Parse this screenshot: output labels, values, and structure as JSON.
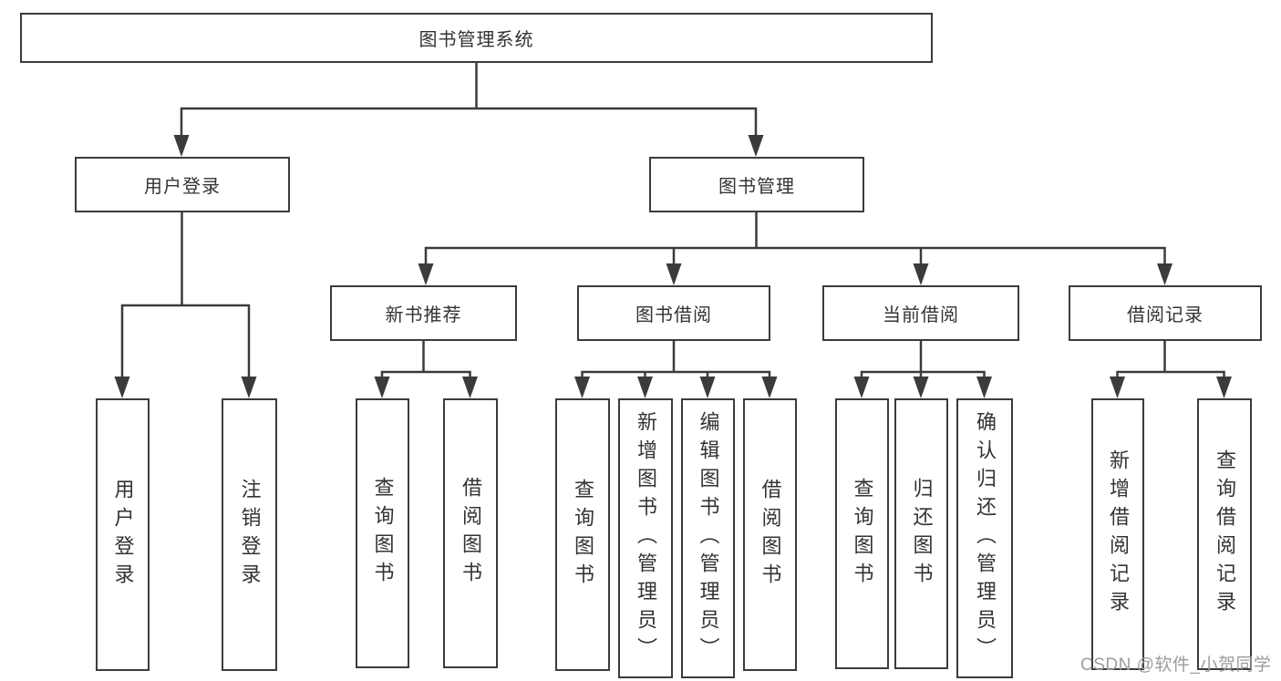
{
  "title": "图书管理系统",
  "watermark": "CSDN @软件_小贺同学",
  "colors": {
    "line": "#3b3b3b",
    "text": "#333333",
    "background": "#ffffff",
    "watermark": "#9c9c9c"
  },
  "nodes": {
    "root": "图书管理系统",
    "user_login": "用户登录",
    "book_mgmt": "图书管理",
    "new_book_rec": "新书推荐",
    "book_borrow": "图书借阅",
    "current_borrow": "当前借阅",
    "borrow_records": "借阅记录",
    "user_login_leaf": "用户登录",
    "logout_leaf": "注销登录",
    "rec_query": "查询图书",
    "rec_borrow": "借阅图书",
    "bb_query": "查询图书",
    "bb_add": "新增图书（管理员）",
    "bb_edit": "编辑图书（管理员）",
    "bb_borrow": "借阅图书",
    "cb_query": "查询图书",
    "cb_return": "归还图书",
    "cb_confirm": "确认归还（管理员）",
    "br_add": "新增借阅记录",
    "br_query": "查询借阅记录"
  },
  "edges": {
    "root": [
      "user_login",
      "book_mgmt"
    ],
    "user_login": [
      "user_login_leaf",
      "logout_leaf"
    ],
    "book_mgmt": [
      "new_book_rec",
      "book_borrow",
      "current_borrow",
      "borrow_records"
    ],
    "new_book_rec": [
      "rec_query",
      "rec_borrow"
    ],
    "book_borrow": [
      "bb_query",
      "bb_add",
      "bb_edit",
      "bb_borrow"
    ],
    "current_borrow": [
      "cb_query",
      "cb_return",
      "cb_confirm"
    ],
    "borrow_records": [
      "br_add",
      "br_query"
    ]
  }
}
